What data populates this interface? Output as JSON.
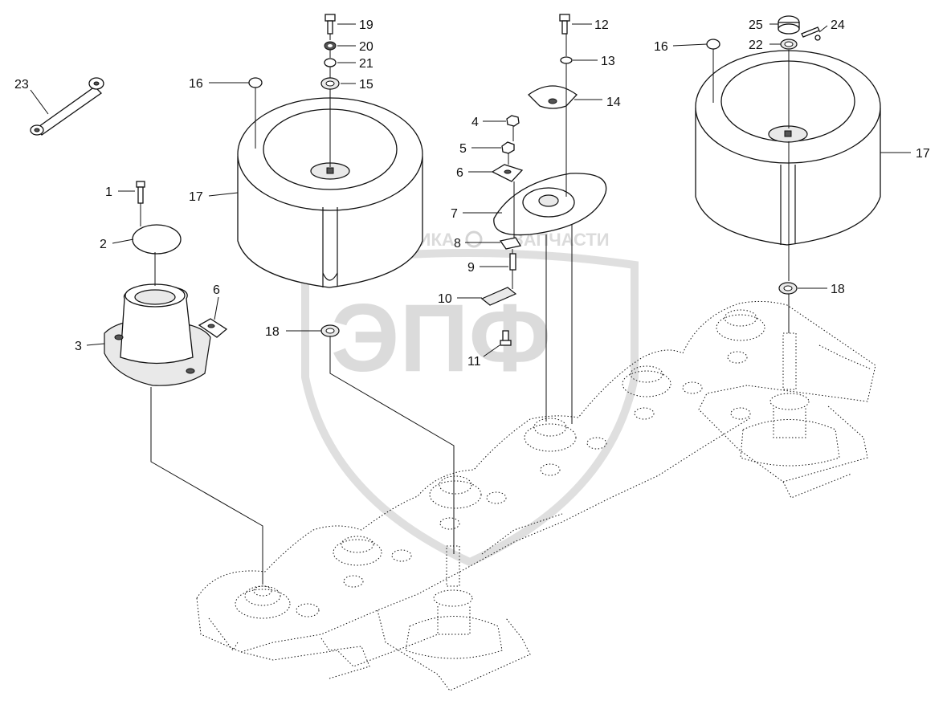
{
  "watermark": {
    "text_top": "ТЕХНИКА",
    "text_top_right": "ЗАПЧАСТИ",
    "logo_letters": "ЭПФ"
  },
  "callouts": [
    {
      "id": "c1",
      "label": "1"
    },
    {
      "id": "c2",
      "label": "2"
    },
    {
      "id": "c3",
      "label": "3"
    },
    {
      "id": "c4",
      "label": "4"
    },
    {
      "id": "c5",
      "label": "5"
    },
    {
      "id": "c6a",
      "label": "6"
    },
    {
      "id": "c6b",
      "label": "6"
    },
    {
      "id": "c7",
      "label": "7"
    },
    {
      "id": "c8",
      "label": "8"
    },
    {
      "id": "c9",
      "label": "9"
    },
    {
      "id": "c10",
      "label": "10"
    },
    {
      "id": "c11",
      "label": "11"
    },
    {
      "id": "c12",
      "label": "12"
    },
    {
      "id": "c13",
      "label": "13"
    },
    {
      "id": "c14",
      "label": "14"
    },
    {
      "id": "c15",
      "label": "15"
    },
    {
      "id": "c16a",
      "label": "16"
    },
    {
      "id": "c16b",
      "label": "16"
    },
    {
      "id": "c17a",
      "label": "17"
    },
    {
      "id": "c17b",
      "label": "17"
    },
    {
      "id": "c18a",
      "label": "18"
    },
    {
      "id": "c18b",
      "label": "18"
    },
    {
      "id": "c19",
      "label": "19"
    },
    {
      "id": "c20",
      "label": "20"
    },
    {
      "id": "c21",
      "label": "21"
    },
    {
      "id": "c22",
      "label": "22"
    },
    {
      "id": "c23",
      "label": "23"
    },
    {
      "id": "c24",
      "label": "24"
    },
    {
      "id": "c25",
      "label": "25"
    }
  ]
}
